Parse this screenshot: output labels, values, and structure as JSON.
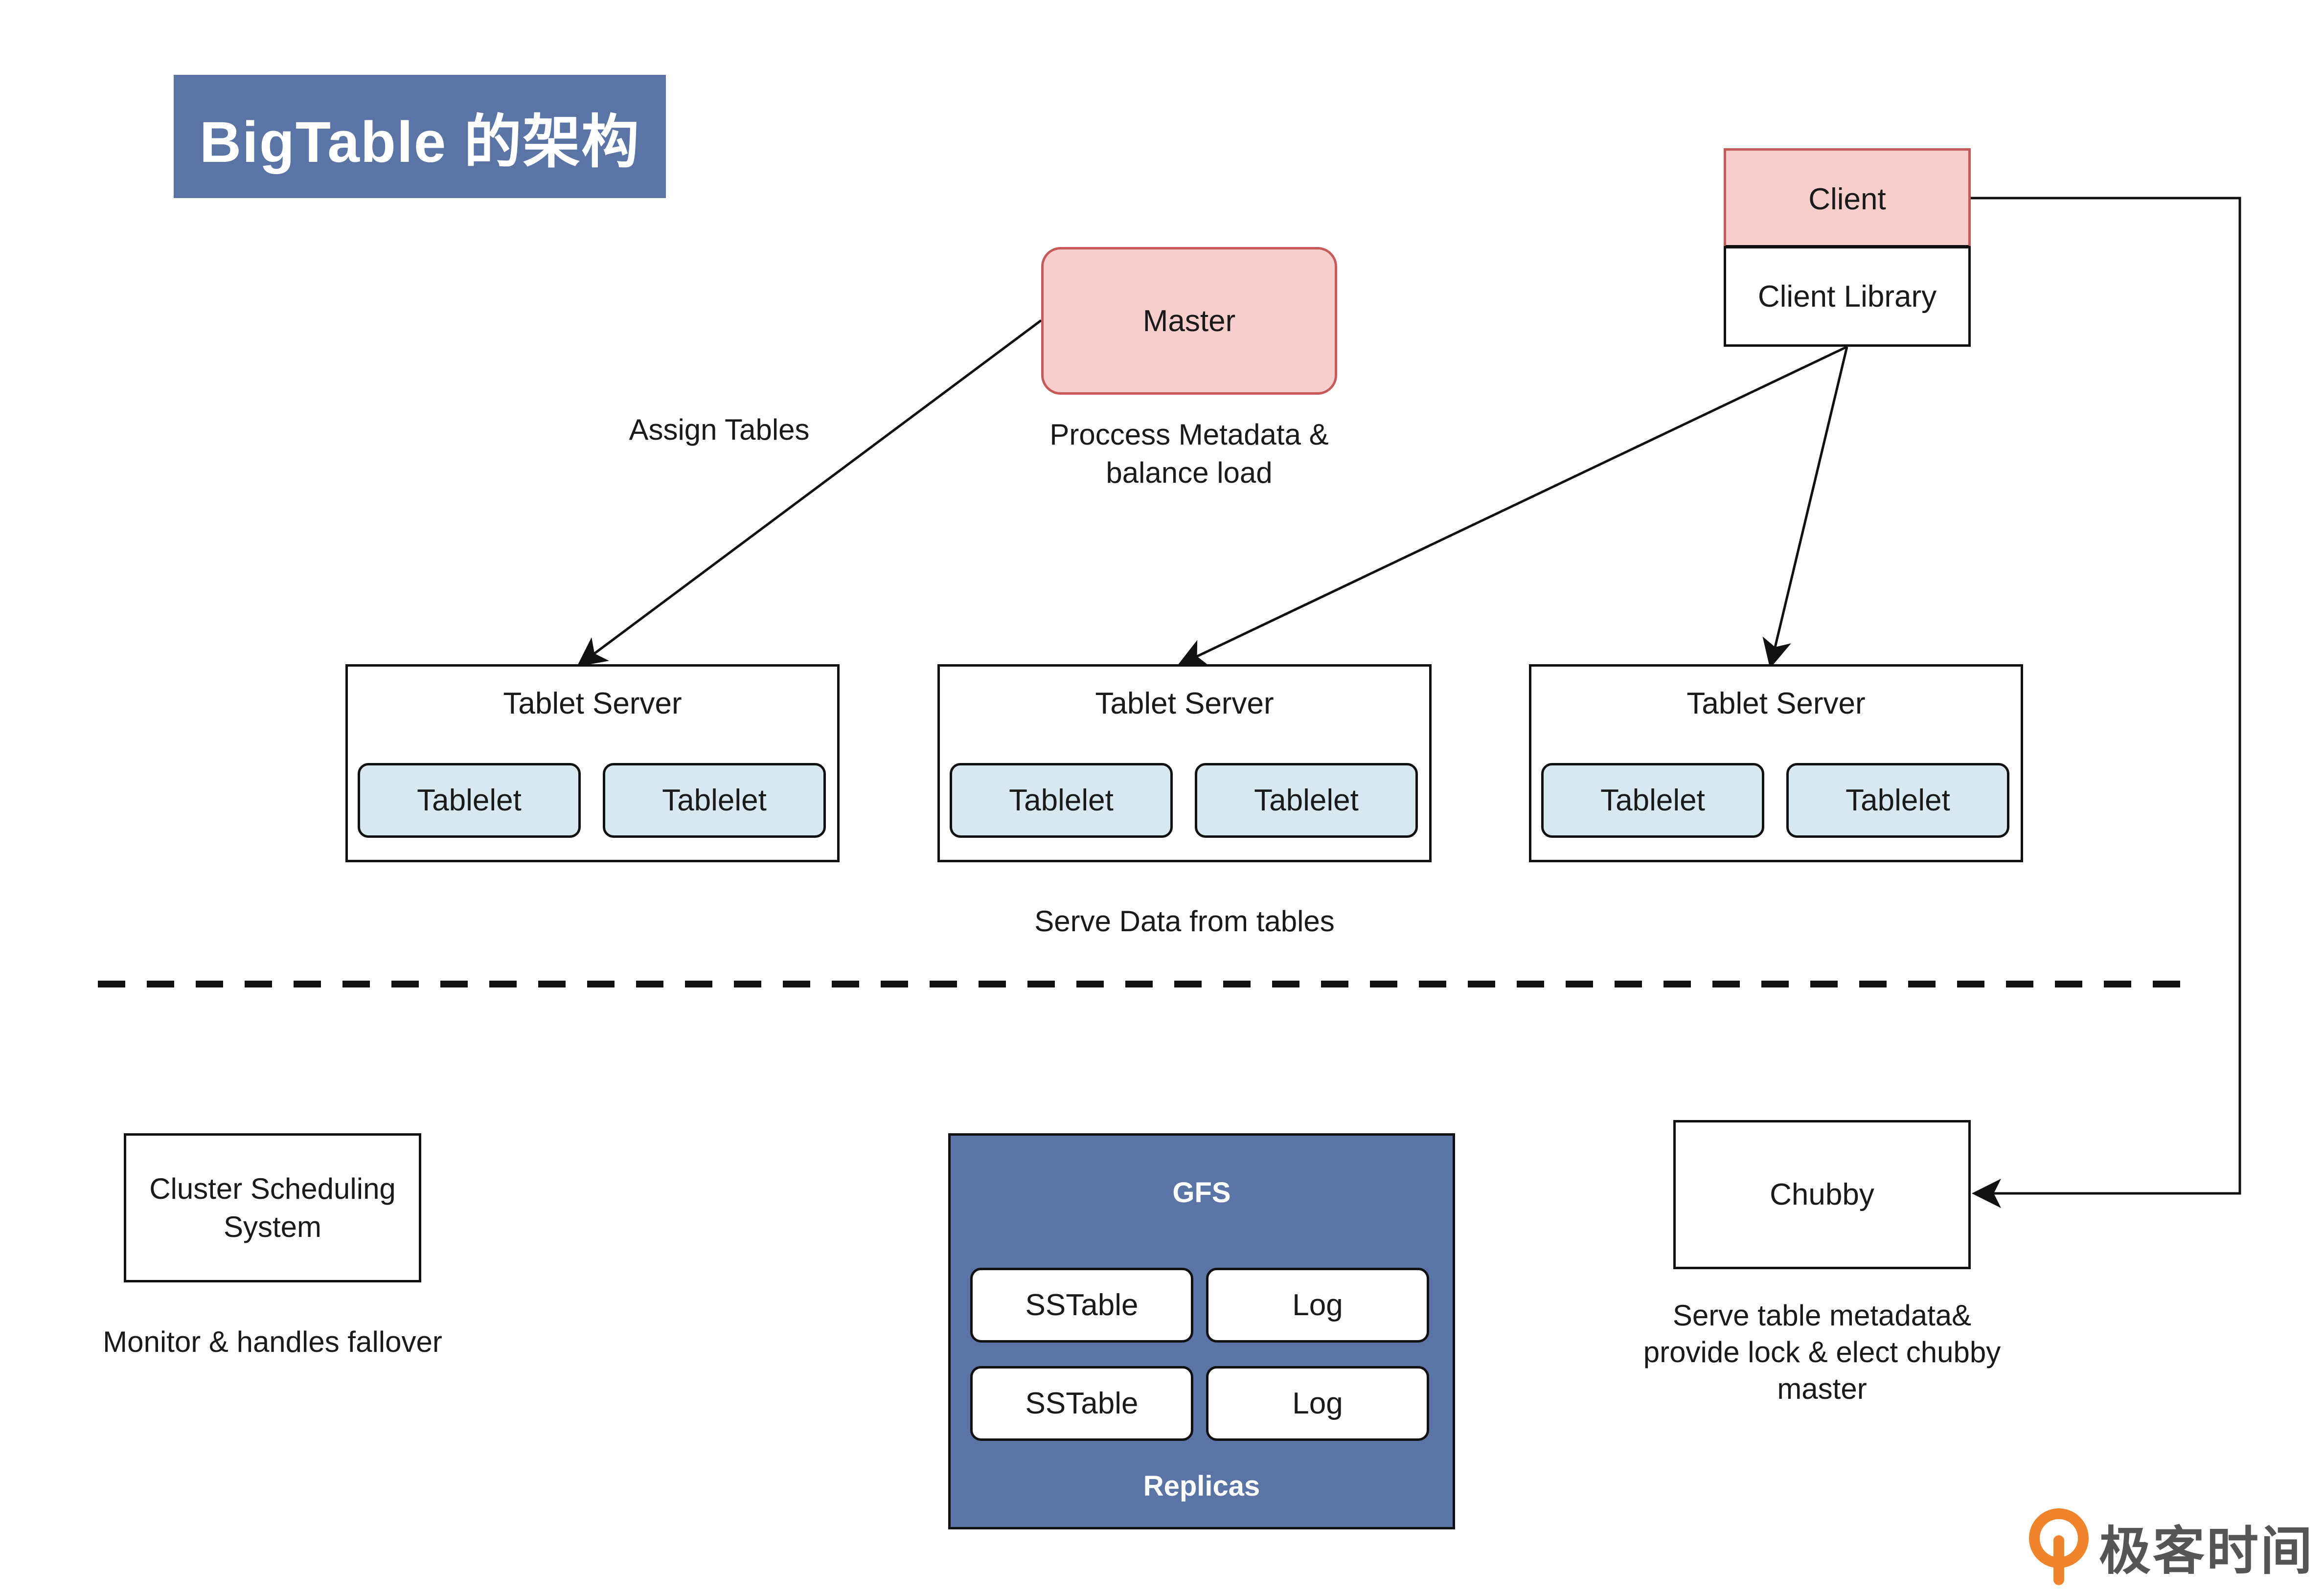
{
  "title": "BigTable 的架构",
  "master": {
    "label": "Master",
    "note_line1": "Proccess Metadata &",
    "note_line2": "balance load"
  },
  "assign_label": "Assign Tables",
  "client": {
    "label": "Client",
    "library_label": "Client Library"
  },
  "tablet_servers": [
    {
      "label": "Tablet Server",
      "tablets": [
        "Tablelet",
        "Tablelet"
      ]
    },
    {
      "label": "Tablet Server",
      "tablets": [
        "Tablelet",
        "Tablelet"
      ]
    },
    {
      "label": "Tablet Server",
      "tablets": [
        "Tablelet",
        "Tablelet"
      ]
    }
  ],
  "serve_label": "Serve Data from tables",
  "cluster": {
    "line1": "Cluster Scheduling",
    "line2": "System",
    "note": "Monitor & handles fallover"
  },
  "gfs": {
    "label": "GFS",
    "items": [
      "SSTable",
      "Log",
      "SSTable",
      "Log"
    ],
    "footer": "Replicas"
  },
  "chubby": {
    "label": "Chubby",
    "note_line1": "Serve table metadata&",
    "note_line2": "provide lock & elect chubby",
    "note_line3": "master"
  },
  "logo": {
    "text": "极客时间",
    "accent": "#f0842c"
  },
  "colors": {
    "title_bg": "#5a74a6",
    "master_fill": "#f8cecc",
    "master_stroke": "#c65a58",
    "tablet_fill": "#d8e8f0",
    "gfs_fill": "#5a74a6"
  }
}
